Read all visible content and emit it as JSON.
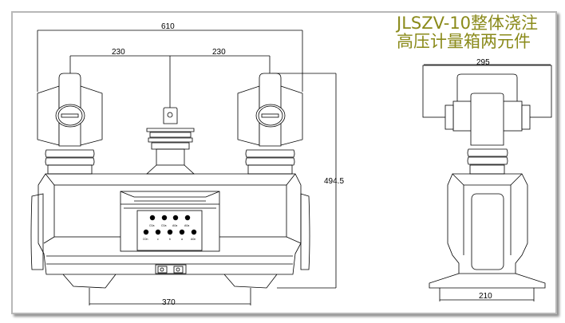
{
  "title": {
    "line1": "JLSZV-10整体浇注",
    "line2": "高压计量箱两元件"
  },
  "dimensions": {
    "overall_width": "610",
    "left_spacing": "230",
    "right_spacing": "230",
    "height": "494.5",
    "foot_spacing": "370",
    "side_width": "295",
    "side_base": "210"
  },
  "terminals": {
    "row1": [
      "C0a",
      "C0a",
      "A0a",
      "A0a"
    ],
    "row2": [
      "C0n",
      "c",
      "b",
      "a",
      "A0n"
    ]
  },
  "colors": {
    "title": "#8a8a1a",
    "line": "#000000",
    "frame": "#b8b8b8"
  }
}
